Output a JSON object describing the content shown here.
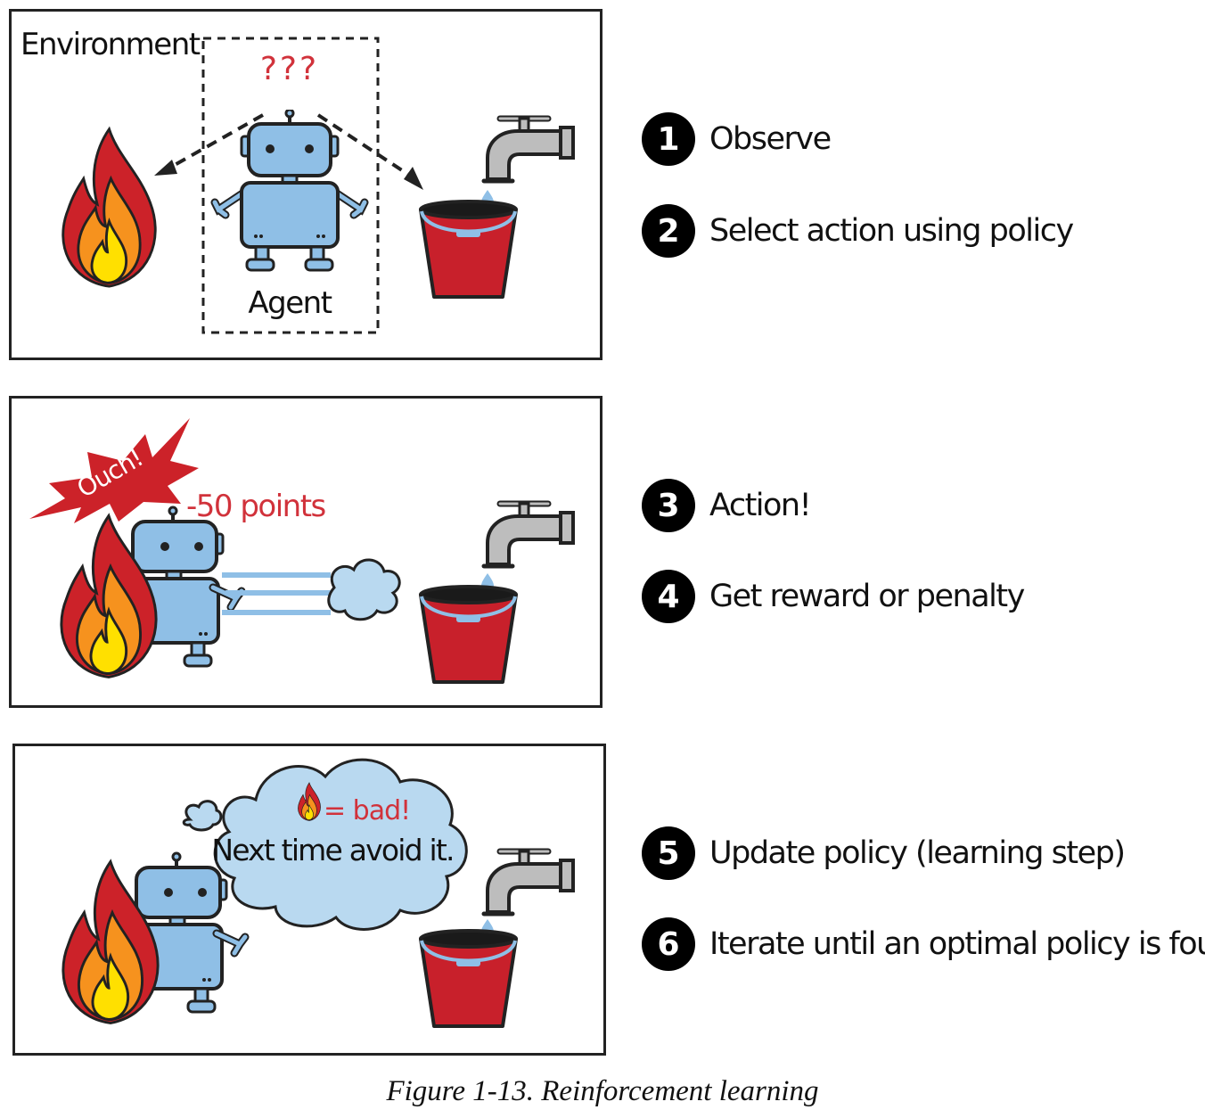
{
  "panel1": {
    "environment_label": "Environment",
    "question_marks": "???",
    "agent_label": "Agent"
  },
  "panel2": {
    "ouch_label": "Ouch!",
    "penalty_label": "-50 points"
  },
  "panel3": {
    "bad_label": "= bad!",
    "thought_label": "Next time avoid it."
  },
  "steps": [
    {
      "number": "1",
      "text": "Observe"
    },
    {
      "number": "2",
      "text": "Select action using policy"
    },
    {
      "number": "3",
      "text": "Action!"
    },
    {
      "number": "4",
      "text": "Get reward or penalty"
    },
    {
      "number": "5",
      "text": "Update policy (learning step)"
    },
    {
      "number": "6",
      "text": "Iterate until an optimal policy is found"
    }
  ],
  "caption": "Figure 1-13. Reinforcement learning",
  "colors": {
    "robot": "#8fbfe6",
    "bucket": "#c8202b",
    "flame_outer": "#cc2229",
    "flame_mid": "#f6921e",
    "flame_inner": "#ffe000",
    "accent_text": "#d1323b",
    "cloud": "#b9d9f0"
  }
}
